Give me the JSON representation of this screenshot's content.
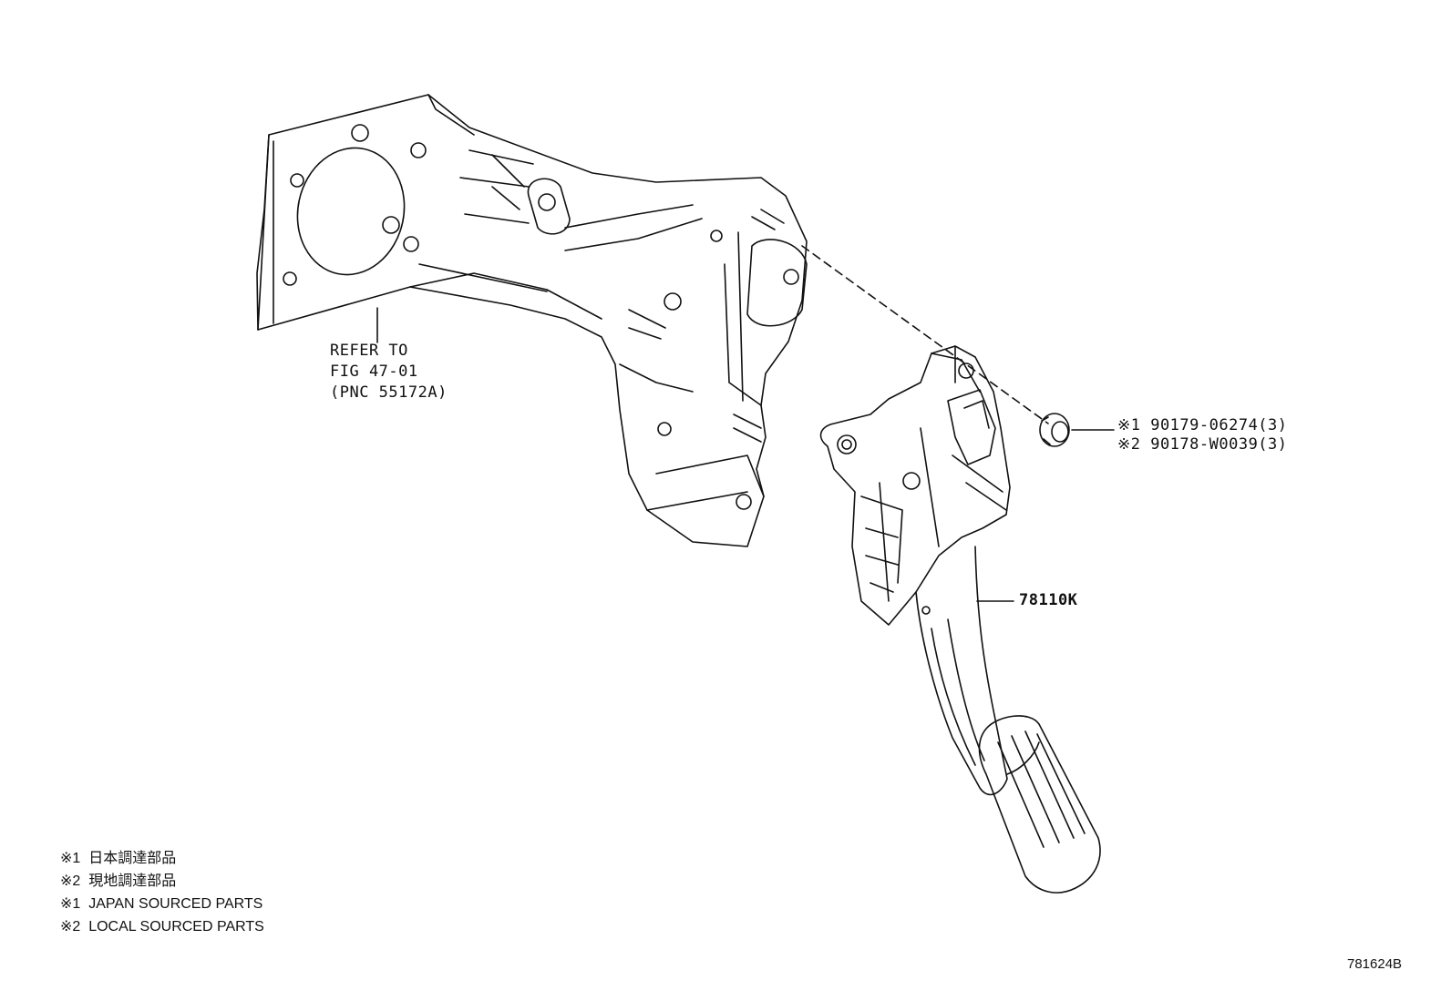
{
  "refer": {
    "line1": "REFER TO",
    "line2": "FIG 47-01",
    "line3": "(PNC 55172A)"
  },
  "callouts": {
    "nut_1": "※1 90179-06274(3)",
    "nut_2": "※2 90178-W0039(3)",
    "pedal": "78110K"
  },
  "notes": [
    "※1  日本調達部品",
    "※2  現地調達部品",
    "※1  JAPAN SOURCED PARTS",
    "※2  LOCAL SOURCED PARTS"
  ],
  "drawing_number": "781624B"
}
